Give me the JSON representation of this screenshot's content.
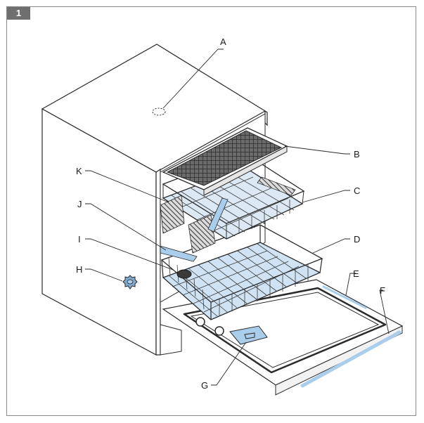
{
  "figure": {
    "number": "1"
  },
  "colors": {
    "outline": "#2a2a2a",
    "highlight": "#a9cdeb",
    "dark": "#3a3a3a"
  },
  "callouts": {
    "A": "A",
    "B": "B",
    "C": "C",
    "D": "D",
    "E": "E",
    "F": "F",
    "G": "G",
    "H": "H",
    "I": "I",
    "J": "J",
    "K": "K"
  }
}
